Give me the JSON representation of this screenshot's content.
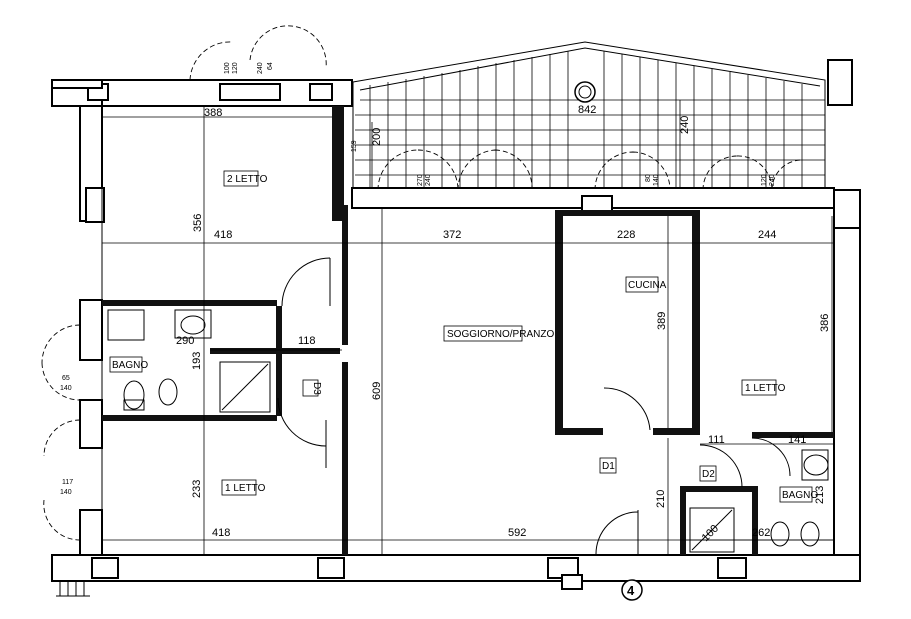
{
  "rooms": {
    "letto2": "2 LETTO",
    "soggiorno": "SOGGIORNO/PRANZO",
    "cucina": "CUCINA",
    "letto1_right": "1 LETTO",
    "letto1_left": "1 LETTO",
    "bagno_left": "BAGNO",
    "bagno_right": "BAGNO",
    "d1": "D1",
    "d2": "D2",
    "d3": "D3"
  },
  "dimensions": {
    "d388": "388",
    "d842": "842",
    "d240": "240",
    "d200": "200",
    "d159": "159",
    "d356": "356",
    "d418_top": "418",
    "d372": "372",
    "d228": "228",
    "d244": "244",
    "d290": "290",
    "d118": "118",
    "d193": "193",
    "d609": "609",
    "d389": "389",
    "d386": "386",
    "d111": "111",
    "d141": "141",
    "d213": "213",
    "d233": "233",
    "d418_bottom": "418",
    "d592": "592",
    "d210": "210",
    "d262": "262",
    "d100": "100"
  },
  "small_labels": {
    "w65": "65",
    "w140a": "140",
    "w117": "117",
    "w140b": "140",
    "t270": "270",
    "t240": "240",
    "t80": "80",
    "t140": "140",
    "t120": "120",
    "t240b": "240",
    "top100": "100",
    "top120": "120",
    "top240": "240",
    "top64": "64"
  },
  "marker": {
    "number": "4"
  }
}
